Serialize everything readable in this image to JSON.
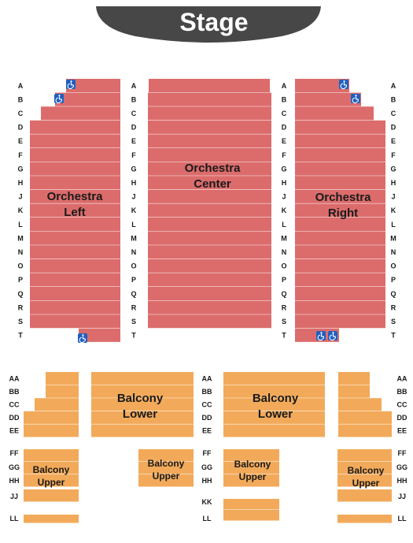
{
  "stage": {
    "label": "Stage",
    "color": "#474747"
  },
  "colors": {
    "orchestra": "#dc6c6c",
    "balcony": "#f2aa5a",
    "accessible": "#1f5fbf"
  },
  "orchestra_rows": [
    "A",
    "B",
    "C",
    "D",
    "E",
    "F",
    "G",
    "H",
    "J",
    "K",
    "L",
    "M",
    "N",
    "O",
    "P",
    "Q",
    "R",
    "S",
    "T"
  ],
  "balcony_lower_rows": [
    "AA",
    "BB",
    "CC",
    "DD",
    "EE"
  ],
  "balcony_upper_rows": [
    "FF",
    "GG",
    "HH",
    "JJ",
    "KK",
    "LL"
  ],
  "sections": {
    "orchestra_left": {
      "line1": "Orchestra",
      "line2": "Left"
    },
    "orchestra_center": {
      "line1": "Orchestra",
      "line2": "Center"
    },
    "orchestra_right": {
      "line1": "Orchestra",
      "line2": "Right"
    },
    "balcony_lower": {
      "line1": "Balcony",
      "line2": "Lower"
    },
    "balcony_upper": {
      "line1": "Balcony",
      "line2": "Upper"
    }
  },
  "accessible_icon": "wheelchair-icon"
}
